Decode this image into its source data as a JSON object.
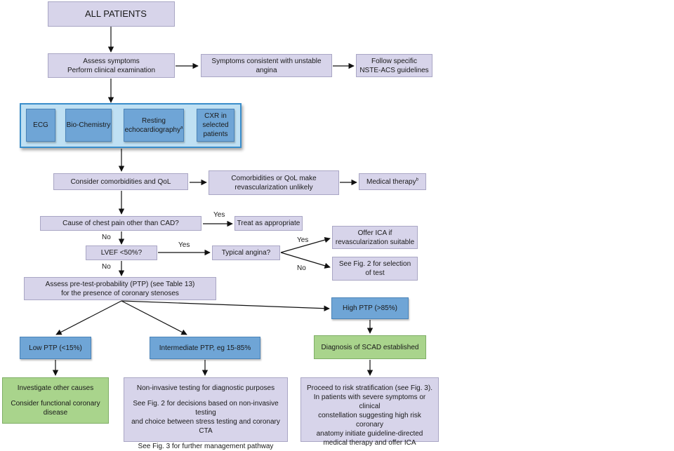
{
  "nodes": {
    "all_patients": "ALL PATIENTS",
    "assess_symptoms": "Assess symptoms\nPerform clinical examination",
    "unstable_angina": "Symptoms consistent with unstable angina",
    "nste_acs": "Follow specific\nNSTE-ACS guidelines",
    "ecg": "ECG",
    "biochem": "Bio-Chemistry",
    "resting_echo": "Resting\nechocardiography",
    "resting_echo_sup": "a",
    "cxr": "CXR in\nselected\npatients",
    "comorbidities": "Consider comorbidities and QoL",
    "revasc_unlikely": "Comorbidities or QoL make\nrevascularization unlikely",
    "medical_therapy": "Medical therapy",
    "medical_therapy_sup": "b",
    "chest_pain_cause": "Cause of chest pain other than CAD?",
    "treat": "Treat as appropriate",
    "lvef": "LVEF <50%?",
    "typical_angina": "Typical angina?",
    "offer_ica": "Offer ICA if\nrevascularization suitable",
    "see_fig2": "See Fig. 2 for selection\nof test",
    "assess_ptp": "Assess pre-test-probability (PTP) (see Table 13)\nfor the presence of coronary stenoses",
    "high_ptp": "High PTP (>85%)",
    "low_ptp": "Low PTP (<15%)",
    "intermediate_ptp": "Intermediate PTP, eg 15-85%",
    "scad": "Diagnosis of SCAD established",
    "investigate_1": "Investigate other causes",
    "investigate_2": "Consider functional coronary\ndisease",
    "noninv_1": "Non-invasive testing for diagnostic purposes",
    "noninv_2": "See Fig. 2 for decisions based on non-invasive testing\nand choice between stress testing and coronary CTA",
    "noninv_3": "See Fig. 3 for further management pathway",
    "risk_1": "Proceed to risk stratification (see Fig. 3).",
    "risk_2": "In patients with severe symptoms or clinical\nconstellation suggesting high risk coronary\nanatomy initiate guideline-directed\nmedical therapy and offer ICA"
  },
  "labels": {
    "yes_treat": "Yes",
    "no_lvef": "No",
    "yes_typical": "Yes",
    "no_ptp": "No",
    "yes_offer": "Yes",
    "no_fig2": "No"
  }
}
